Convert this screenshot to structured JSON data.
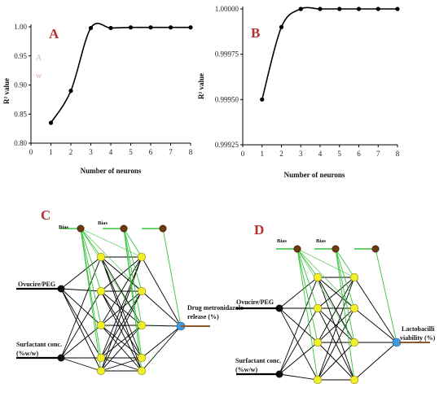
{
  "chart_data": [
    {
      "type": "line",
      "panel_label": "A",
      "x": [
        1,
        2,
        3,
        4,
        5,
        6,
        7,
        8
      ],
      "y": [
        0.835,
        0.89,
        0.998,
        0.998,
        0.999,
        0.999,
        0.999,
        0.999
      ],
      "xlabel": "Number of neurons",
      "ylabel": "R² value",
      "xlim": [
        0,
        8
      ],
      "ylim": [
        0.8,
        1.0
      ],
      "xticks": [
        "0",
        "1",
        "2",
        "3",
        "4",
        "5",
        "6",
        "7",
        "8"
      ],
      "yticks": [
        "0.80",
        "0.85",
        "0.90",
        "0.95",
        "1.00"
      ],
      "artifacts": [
        "A",
        "w"
      ]
    },
    {
      "type": "line",
      "panel_label": "B",
      "x": [
        1,
        2,
        3,
        4,
        5,
        6,
        7,
        8
      ],
      "y": [
        0.9995,
        0.9999,
        1.0,
        1.0,
        1.0,
        1.0,
        1.0,
        1.0
      ],
      "xlabel": "Number of neurons",
      "ylabel": "R² value",
      "xlim": [
        0,
        8
      ],
      "ylim": [
        0.99925,
        1.0
      ],
      "xticks": [
        "0",
        "1",
        "2",
        "3",
        "4",
        "5",
        "6",
        "7",
        "8"
      ],
      "yticks": [
        "0.99925",
        "0.99950",
        "0.99975",
        "1.00000"
      ]
    }
  ],
  "diagrams": [
    {
      "panel_label": "C",
      "inputs": [
        "Ovucire/PEG",
        "Surfactant conc. (%w/w)"
      ],
      "bias_labels": [
        "Bias",
        "Bias"
      ],
      "output": "Drug metronidazole release (%)"
    },
    {
      "panel_label": "D",
      "inputs": [
        "Ovucire/PEG",
        "Surfactant conc. (%w/w)"
      ],
      "bias_labels": [
        "Bias",
        "Bias"
      ],
      "output": "Lactobacilli viability (%)"
    }
  ],
  "colors": {
    "panel_label": "#b5302f",
    "neuron": "#f2ef2a",
    "input_node": "#111111",
    "bias_node": "#6b3a10",
    "output_node": "#3d9be0",
    "bias_link": "#39c43c",
    "output_line": "#8a5a2a"
  }
}
